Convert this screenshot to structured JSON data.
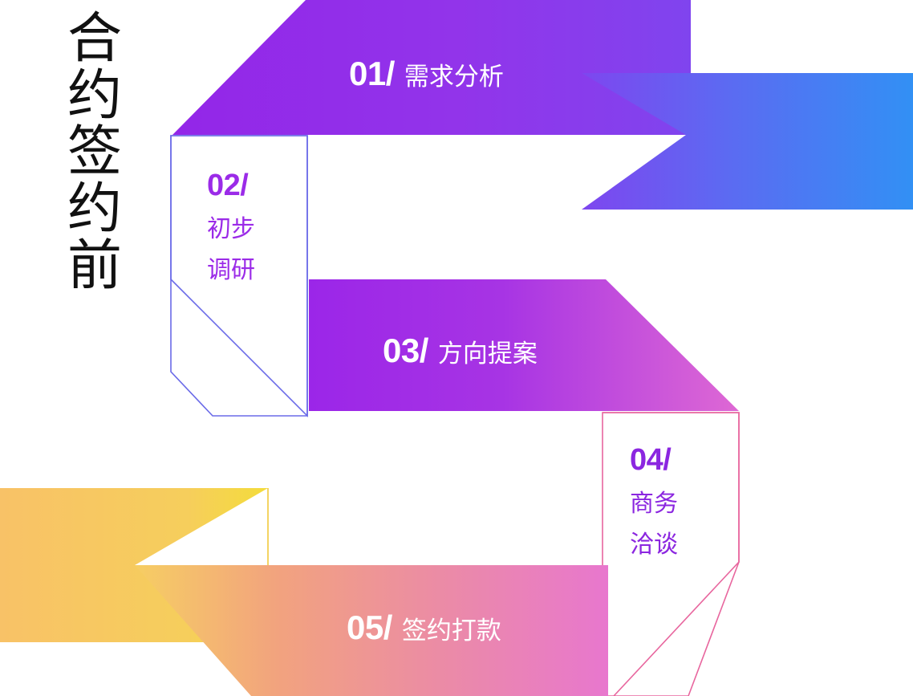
{
  "title": {
    "text": "合约\n签约\n前",
    "plain": "合约签约前",
    "color": "#111111"
  },
  "palette": {
    "purple_start": "#9326E8",
    "purple_end": "#8B3BE8",
    "blue_end": "#3B8BF2",
    "magenta_end": "#DD66D6",
    "pink_end": "#E877CE",
    "orange_start": "#F7C368",
    "yellow_end": "#F5D93F",
    "outline_blue": "#6B6BE8",
    "outline_pink": "#E8669E",
    "outline_yellow": "#F2C93C",
    "text_white": "#FFFFFF",
    "text_purple": "#9B2BE8"
  },
  "steps": [
    {
      "id": "01",
      "number": "01/",
      "label": "需求分析",
      "style": "filled-band",
      "direction": "right",
      "text_color": "#FFFFFF"
    },
    {
      "id": "02",
      "number": "02/",
      "label_line1": "初步",
      "label_line2": "调研",
      "label": "初步调研",
      "style": "outlined-box",
      "outline_color": "#6B6BE8",
      "text_color": "#9B2BE8"
    },
    {
      "id": "03",
      "number": "03/",
      "label": "方向提案",
      "style": "filled-band",
      "direction": "right",
      "text_color": "#FFFFFF"
    },
    {
      "id": "04",
      "number": "04/",
      "label_line1": "商务",
      "label_line2": "洽谈",
      "label": "商务洽谈",
      "style": "outlined-box",
      "outline_color": "#E8669E",
      "text_color": "#8B26E0"
    },
    {
      "id": "05",
      "number": "05/",
      "label": "签约打款",
      "style": "filled-band",
      "direction": "left",
      "text_color": "#FFFFFF"
    }
  ]
}
